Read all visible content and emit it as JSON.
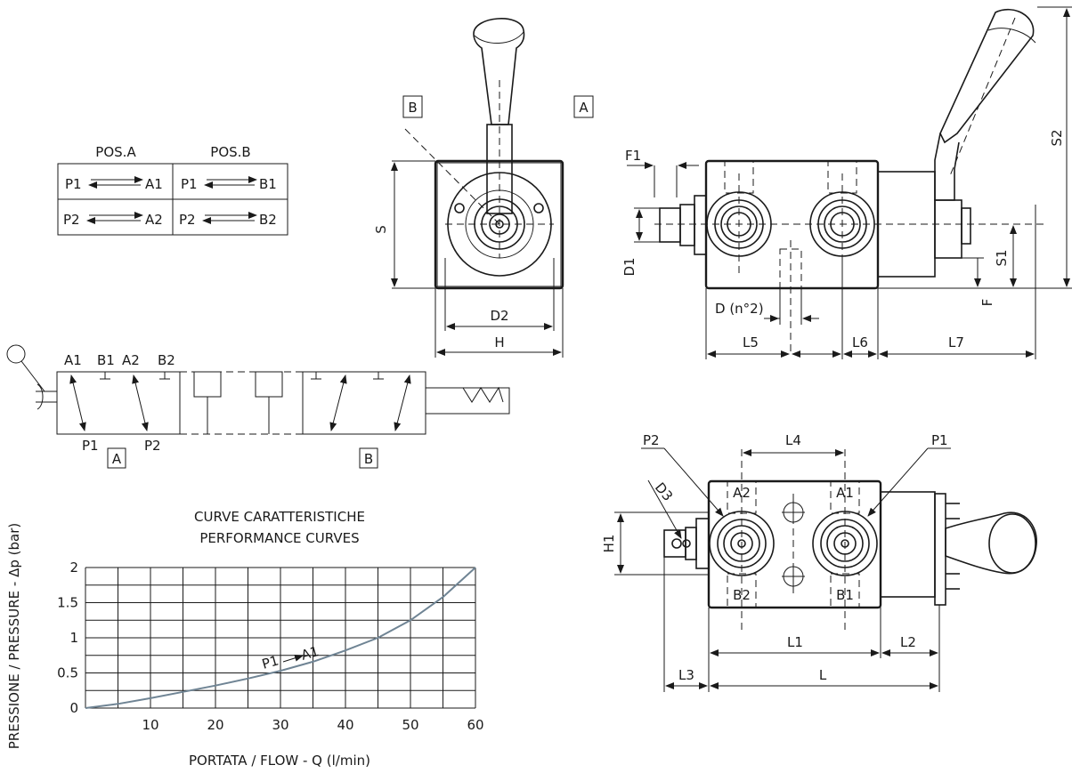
{
  "table": {
    "headers": [
      "POS.A",
      "POS.B"
    ],
    "rows": [
      [
        "P1",
        "A1",
        "P1",
        "B1"
      ],
      [
        "P2",
        "A2",
        "P2",
        "B2"
      ]
    ]
  },
  "front_view": {
    "view_labels": [
      "B",
      "A"
    ],
    "dims": {
      "S": "S",
      "D2": "D2",
      "H": "H"
    }
  },
  "side_view": {
    "dims": {
      "F1": "F1",
      "D1": "D1",
      "S1": "S1",
      "S2": "S2",
      "F": "F",
      "D_n2": "D (n°2)",
      "L5": "L5",
      "L6": "L6",
      "L7": "L7"
    }
  },
  "top_view": {
    "ports": [
      "P2",
      "P1",
      "A2",
      "A1",
      "B2",
      "B1"
    ],
    "dims": {
      "L4": "L4",
      "D3": "D3",
      "H1": "H1",
      "L1": "L1",
      "L2": "L2",
      "L3": "L3",
      "L": "L"
    }
  },
  "schematic": {
    "top_labels": [
      "A1",
      "B1",
      "A2",
      "B2"
    ],
    "bottom_labels": [
      "P1",
      "P2"
    ],
    "position_labels": [
      "A",
      "B"
    ]
  },
  "chart_data": {
    "type": "line",
    "title": "CURVE CARATTERISTICHE",
    "subtitle": "PERFORMANCE CURVES",
    "xlabel": "PORTATA / FLOW - Q (l/min)",
    "ylabel": "PRESSIONE / PRESSURE - Δp (bar)",
    "xlim": [
      0,
      60
    ],
    "ylim": [
      0,
      2
    ],
    "x_ticks": [
      10,
      20,
      30,
      40,
      50,
      60
    ],
    "y_ticks": [
      "0",
      "0.5",
      "1",
      "1.5",
      "2"
    ],
    "grid": true,
    "series": [
      {
        "name": "P1 → A1",
        "color": "#6f8494",
        "x": [
          0,
          5,
          10,
          15,
          20,
          25,
          30,
          35,
          40,
          45,
          50,
          55,
          60
        ],
        "y": [
          0,
          0.06,
          0.14,
          0.23,
          0.32,
          0.42,
          0.53,
          0.66,
          0.82,
          1.0,
          1.25,
          1.58,
          2.0
        ]
      }
    ]
  }
}
